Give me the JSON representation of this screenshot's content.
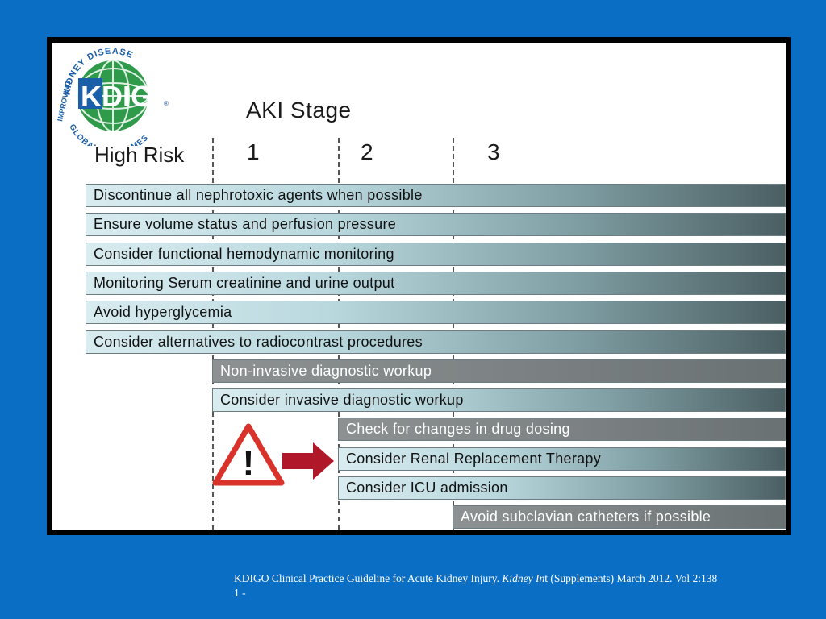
{
  "logo": {
    "arc_top": "KIDNEY DISEASE",
    "arc_left": "IMPROVING",
    "arc_bottom": "GLOBAL OUTCOMES",
    "wordmark": "KDIGO",
    "reg": "®"
  },
  "header": {
    "stage_title": "AKI Stage",
    "columns": [
      "High Risk",
      "1",
      "2",
      "3"
    ]
  },
  "bars": [
    {
      "text": "Discontinue all nephrotoxic agents when possible",
      "start": "High Risk",
      "style": "light"
    },
    {
      "text": "Ensure volume status and perfusion pressure",
      "start": "High Risk",
      "style": "light"
    },
    {
      "text": "Consider functional hemodynamic monitoring",
      "start": "High Risk",
      "style": "light"
    },
    {
      "text": "Monitoring Serum creatinine and urine output",
      "start": "High Risk",
      "style": "light"
    },
    {
      "text": "Avoid hyperglycemia",
      "start": "High Risk",
      "style": "light"
    },
    {
      "text": "Consider alternatives to radiocontrast procedures",
      "start": "High Risk",
      "style": "light"
    },
    {
      "text": "Non-invasive diagnostic workup",
      "start": "1",
      "style": "dark"
    },
    {
      "text": "Consider invasive diagnostic workup",
      "start": "1",
      "style": "light"
    },
    {
      "text": "Check for changes in drug dosing",
      "start": "2",
      "style": "dark"
    },
    {
      "text": "Consider Renal Replacement Therapy",
      "start": "2",
      "style": "light"
    },
    {
      "text": "Consider ICU admission",
      "start": "2",
      "style": "light"
    },
    {
      "text": "Avoid subclavian catheters if possible",
      "start": "3",
      "style": "dark"
    }
  ],
  "warning_glyph": "!",
  "icons": [
    "warning-triangle-icon",
    "right-arrow-icon"
  ],
  "colors": {
    "background": "#0a6fc4",
    "warning_red": "#d9322b",
    "arrow_red": "#b0182a",
    "logo_green": "#2f9a4a",
    "logo_blue": "#1a5fa8"
  },
  "footer": {
    "citation_prefix": "KDIGO Clinical Practice Guideline for Acute Kidney Injury. ",
    "journal_a": "Kidney In",
    "journal_b": "t",
    "citation_suffix": " (Supplements) March 2012. Vol 2:138",
    "page": " 1 -"
  }
}
